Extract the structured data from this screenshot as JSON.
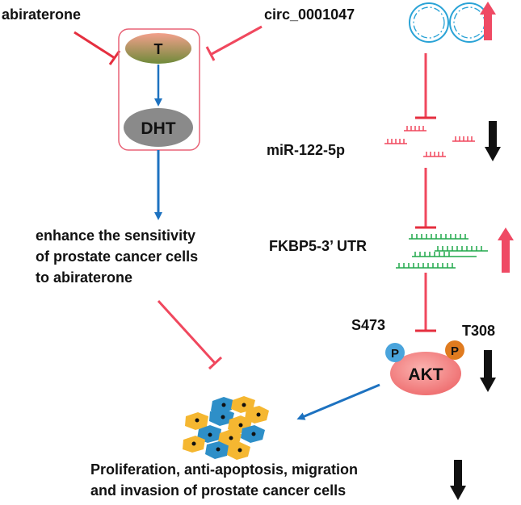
{
  "labels": {
    "abiraterone": "abiraterone",
    "circ": "circ_0001047",
    "T": "T",
    "DHT": "DHT",
    "enhance_line1": "enhance the sensitivity",
    "enhance_line2": "of prostate cancer cells",
    "enhance_line3": "to abiraterone",
    "mir": "miR-122-5p",
    "fkbp5": "FKBP5-3’  UTR",
    "s473": "S473",
    "t308": "T308",
    "p_left": "P",
    "p_right": "P",
    "akt": "AKT",
    "outcome_line1": "Proliferation, anti-apoptosis, migration",
    "outcome_line2": "and invasion of prostate cancer cells"
  },
  "colors": {
    "inhibition": "#f0485e",
    "activation": "#1d72c0",
    "up_arrow": "#ef4a64",
    "down_arrow": "#111111",
    "mirna_strand": "#f0485e",
    "utr_strand": "#21a84b",
    "circ_ring": "#2aa3d6",
    "akt_body": "#f27a7a",
    "p_left": "#4aa4dc",
    "p_right": "#e07b1f",
    "cell_yellow": "#f5b731",
    "cell_blue": "#2e8fc8"
  },
  "icons": {
    "circ_rna": "circular-rna-icon",
    "mirna": "mirna-strand-icon",
    "utr": "mrna-utr-icon",
    "cells": "cancer-cell-cluster-icon"
  },
  "trends": {
    "circ_0001047": "up",
    "miR-122-5p": "down",
    "FKBP5": "up",
    "AKT": "down",
    "outcome": "down"
  }
}
